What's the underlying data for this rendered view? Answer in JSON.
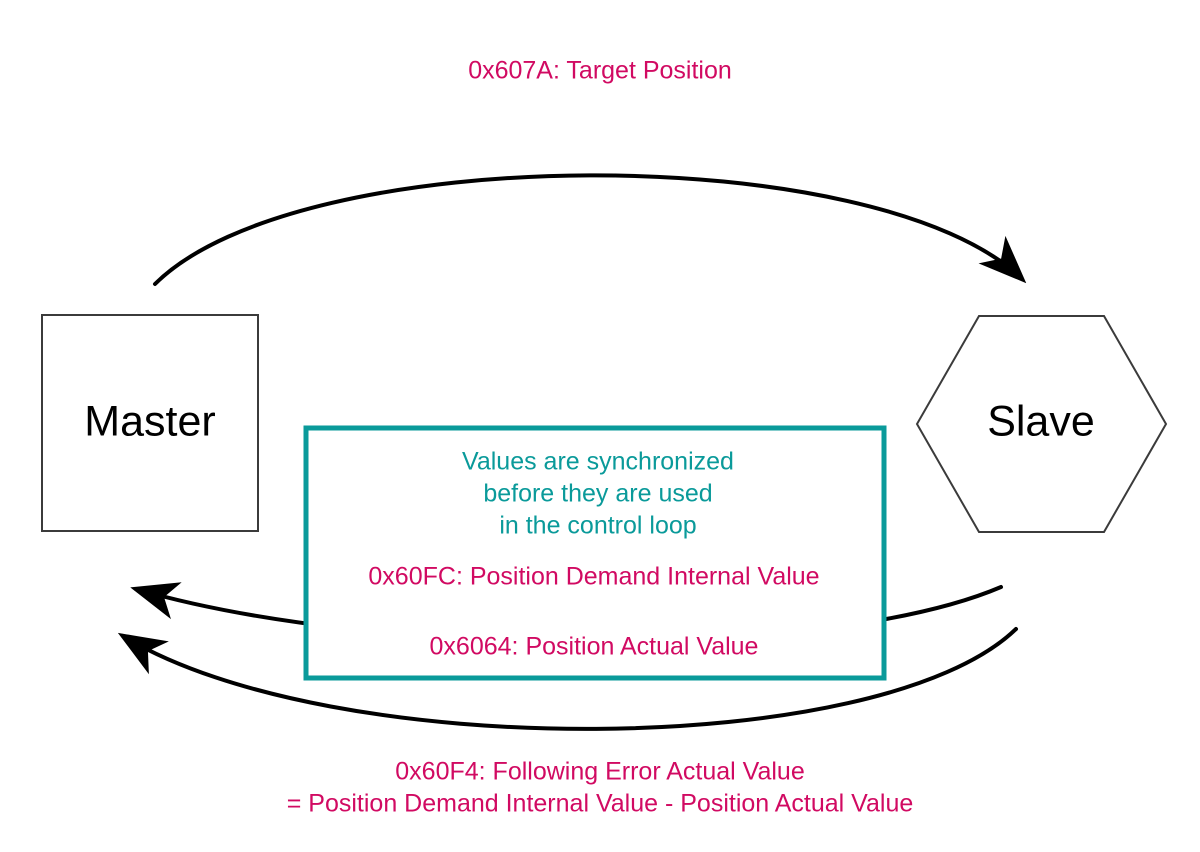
{
  "diagram": {
    "title_label": "0x607A: Target Position",
    "nodes": [
      {
        "id": "master",
        "label": "Master",
        "shape": "rectangle"
      },
      {
        "id": "slave",
        "label": "Slave",
        "shape": "hexagon"
      }
    ],
    "note_box": {
      "border_color": "#0a9a9a",
      "text_color": "#0a9a9a",
      "lines": [
        "Values are synchronized",
        "before they are used",
        "in the control loop"
      ],
      "signals": [
        "0x60FC: Position Demand Internal Value",
        "0x6064: Position Actual Value"
      ]
    },
    "bottom_label": {
      "line1": "0x60F4: Following Error Actual Value",
      "line2": "= Position Demand Internal Value - Position Actual Value"
    },
    "colors": {
      "magenta": "#d10a62",
      "teal": "#0a9a9a",
      "outline": "#3b3b3b",
      "arrow": "#000000",
      "background": "#ffffff"
    }
  }
}
